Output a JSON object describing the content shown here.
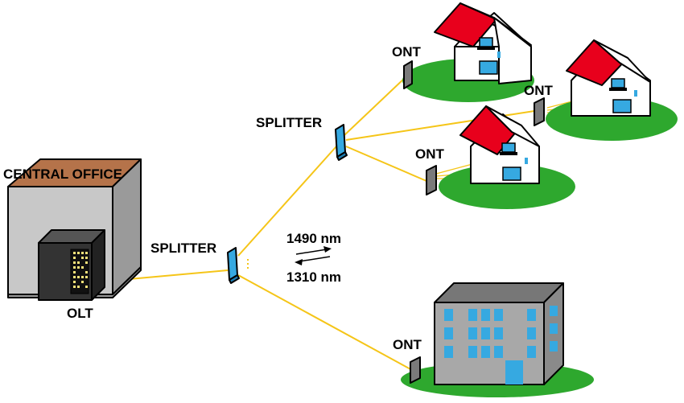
{
  "labels": {
    "central_office": "CENTRAL OFFICE",
    "olt": "OLT",
    "splitter_main": "SPLITTER",
    "splitter_secondary": "SPLITTER",
    "ont_house_top": "ONT",
    "ont_house_right": "ONT",
    "ont_house_middle": "ONT",
    "ont_building": "ONT",
    "wavelength_down": "1490 nm",
    "wavelength_up": "1310 nm"
  },
  "colors": {
    "fiber": "#f5c518",
    "roof_house": "#e8001c",
    "roof_office": "#b5734a",
    "lawn": "#2ea82e",
    "building": "#a8a8a8",
    "window": "#36a9e1",
    "olt_cabinet": "#333333"
  },
  "icons": [
    "central-office-icon",
    "olt-icon",
    "splitter-icon",
    "ont-icon",
    "house-icon",
    "office-building-icon",
    "laptop-icon",
    "tv-icon",
    "phone-icon",
    "arrow-right-icon",
    "arrow-left-icon"
  ]
}
